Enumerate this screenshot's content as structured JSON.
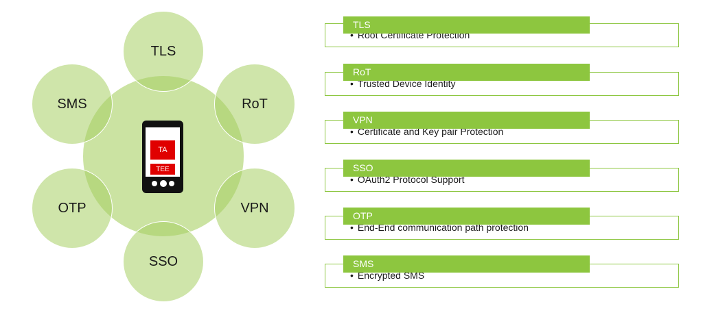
{
  "diagram": {
    "center": {
      "ta": "TA",
      "tee": "TEE"
    },
    "nodes": [
      "TLS",
      "RoT",
      "VPN",
      "SSO",
      "OTP",
      "SMS"
    ]
  },
  "features": [
    {
      "tag": "TLS",
      "item": "Root Certificate Protection"
    },
    {
      "tag": "RoT",
      "item": "Trusted Device Identity"
    },
    {
      "tag": "VPN",
      "item": "Certificate and Key pair Protection"
    },
    {
      "tag": "SSO",
      "item": "OAuth2 Protocol Support"
    },
    {
      "tag": "OTP",
      "item": "End-End communication path protection"
    },
    {
      "tag": "SMS",
      "item": "Encrypted SMS"
    }
  ],
  "bullet": "•",
  "colors": {
    "circle_fill": "#a8d064",
    "tag_fill": "#8dc63f",
    "border": "#8cc63f",
    "chip_red": "#e00000"
  }
}
